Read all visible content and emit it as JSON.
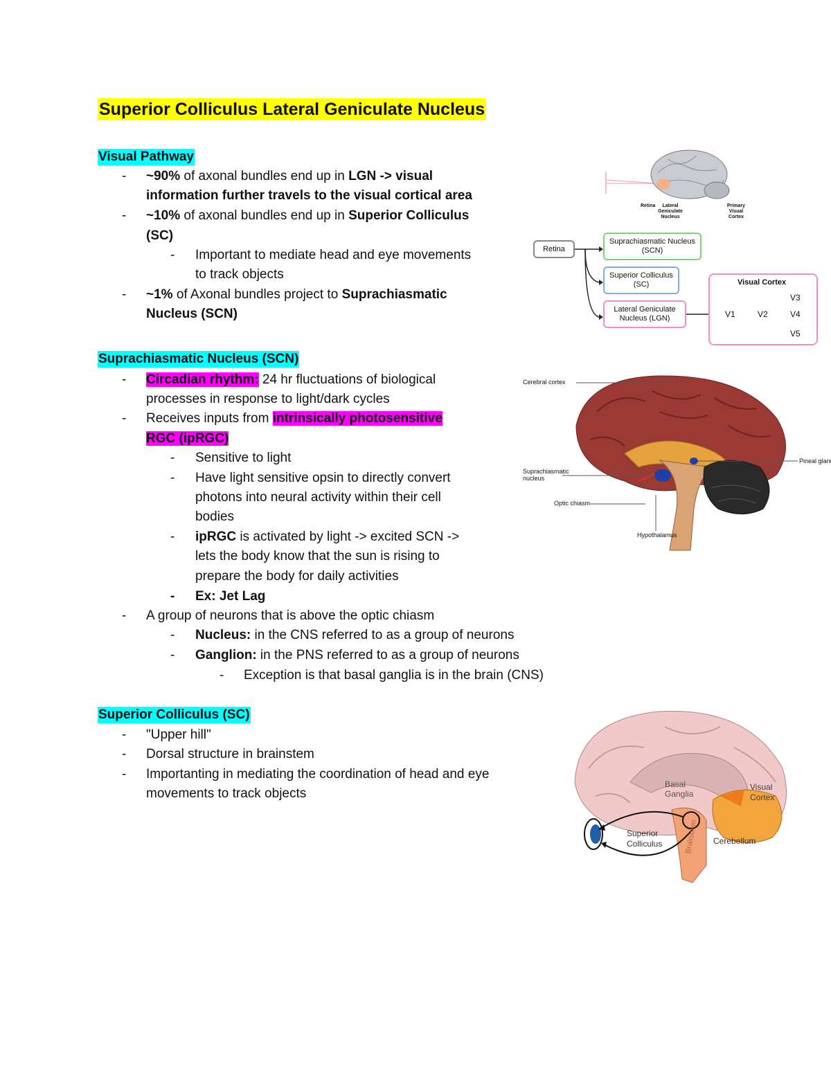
{
  "title": "Superior Colliculus Lateral Geniculate Nucleus",
  "sections": {
    "visual_pathway": {
      "heading": "Visual Pathway",
      "b1_l1_a": "~90%",
      "b1_l1_b": " of axonal bundles end up in ",
      "b1_l1_c": "LGN -> visual",
      "b1_l2": "information further travels to the visual cortical area",
      "b2_l1_a": "~10%",
      "b2_l1_b": " of axonal bundles end up in ",
      "b2_l1_c": "Superior Colliculus",
      "b2_l2": "(SC)",
      "b2_sub_l1": "Important to mediate head and eye movements",
      "b2_sub_l2": "to track objects",
      "b3_l1_a": "~1%",
      "b3_l1_b": " of Axonal bundles project to ",
      "b3_l1_c": "Suprachiasmatic",
      "b3_l2": "Nucleus (SCN)"
    },
    "scn": {
      "heading": "Suprachiasmatic Nucleus (SCN)",
      "b1_a": "Circadian rhythm:",
      "b1_b": " 24 hr fluctuations of biological",
      "b1_l2": "processes in response to light/dark cycles",
      "b2_a": "Receives inputs from ",
      "b2_b": "intrinsically photosensitive",
      "b2_l2": "RGC (ipRGC)",
      "s1": "Sensitive to light",
      "s2_l1": "Have light sensitive opsin to directly convert",
      "s2_l2": "photons into neural activity within their cell",
      "s2_l3": "bodies",
      "s3_a": "ipRGC",
      "s3_b": " is activated by light -> excited SCN ->",
      "s3_l2": "lets the body know that the sun is rising to",
      "s3_l3": "prepare the body for daily activities",
      "s4": "Ex: Jet Lag",
      "b3": "A group of neurons that is above the optic chiasm",
      "n1_a": "Nucleus:",
      "n1_b": " in the CNS referred to as a group of neurons",
      "n2_a": "Ganglion:",
      "n2_b": " in the PNS referred to as a group of neurons",
      "n3": "Exception is that basal ganglia is in the brain (CNS)"
    },
    "sc": {
      "heading": "Superior Colliculus (SC)",
      "b1": "\"Upper hill\"",
      "b2": "Dorsal structure in brainstem",
      "b3_l1": "Importanting in mediating the coordination of head and eye",
      "b3_l2": "movements to track objects"
    }
  },
  "figure1": {
    "brain_labels": [
      "Retina",
      "Lateral Geniculate Nucleus",
      "Primary Visual Cortex"
    ],
    "retina": "Retina",
    "scn_box": "Suprachiasmatic Nucleus (SCN)",
    "sc_box": "Superior Colliculus (SC)",
    "lgn_box": "Lateral Geniculate Nucleus (LGN)",
    "vc_title": "Visual Cortex",
    "v1": "V1",
    "v2": "V2",
    "v3": "V3",
    "v4": "V4",
    "v5": "V5"
  },
  "figure2": {
    "cerebral_cortex": "Cerebral cortex",
    "pineal": "Pineal gland",
    "scn": "Suprachiasmatic nucleus",
    "optic_chiasm": "Optic chiasm",
    "hypothalamus": "Hypothalamus"
  },
  "figure3": {
    "basal_ganglia": "Basal Ganglia",
    "visual_cortex": "Visual Cortex",
    "superior_colliculus": "Superior Colliculus",
    "cerebellum": "Cerebellum",
    "brainstem": "Brainstem"
  },
  "colors": {
    "highlight_yellow": "#ffff00",
    "highlight_cyan": "#00ffff",
    "highlight_magenta": "#ff00ff"
  }
}
